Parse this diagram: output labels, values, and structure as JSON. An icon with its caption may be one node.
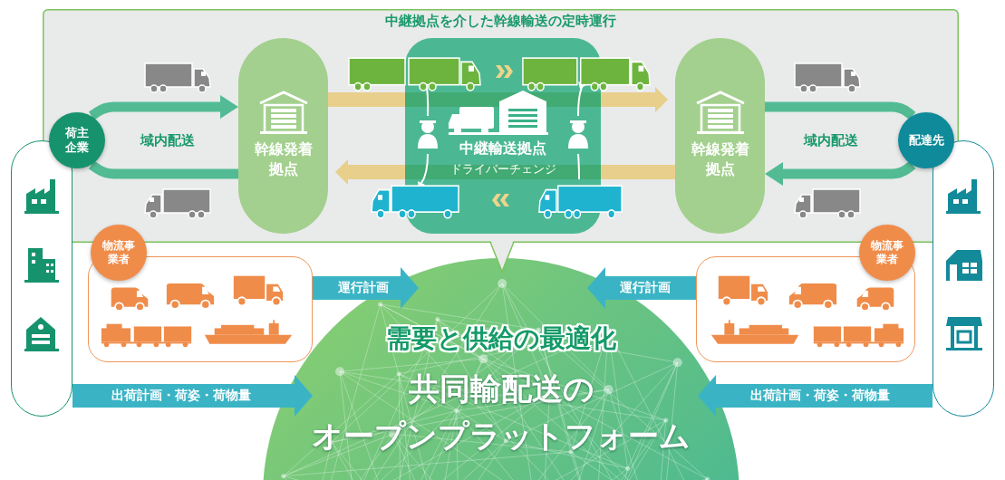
{
  "diagram": {
    "nodes": [
      {
        "text": [
          "中継拠点を介した幹線輸送の定時運行"
        ]
      },
      {
        "text": [
          "荷主企業"
        ],
        "in": 0
      },
      {
        "text": [
          "幹線発着拠点"
        ],
        "in": 0
      },
      {
        "text": [
          "中継輸送拠点",
          "ドライバーチェンジ"
        ],
        "in": 0
      },
      {
        "text": [
          "幹線発着拠点"
        ],
        "in": 0
      },
      {
        "text": [
          "配達先"
        ],
        "in": 0
      },
      {
        "text": [],
        "shape": "box"
      },
      {
        "text": [],
        "shape": "box"
      },
      {
        "text": [
          "物流事業者"
        ]
      },
      {
        "text": [
          "物流事業者"
        ]
      },
      {
        "text": [
          "需要と供給の最適化",
          "共同輸配送の",
          "オープンプラットフォーム"
        ]
      }
    ],
    "edges": [
      {
        "from": 1,
        "to": 2,
        "arrow": "to",
        "label": "域内配送"
      },
      {
        "from": 2,
        "to": 1,
        "arrow": "none"
      },
      {
        "from": 2,
        "to": 3,
        "arrow": "none",
        "color": "#e8cf8b"
      },
      {
        "from": 3,
        "to": 4,
        "arrow": "to",
        "color": "#e8cf8b"
      },
      {
        "from": 4,
        "to": 3,
        "arrow": "none",
        "color": "#e8cf8b"
      },
      {
        "from": 3,
        "to": 2,
        "arrow": "to",
        "color": "#e8cf8b"
      },
      {
        "from": 4,
        "to": 5,
        "arrow": "none"
      },
      {
        "from": 5,
        "to": 4,
        "arrow": "to",
        "label": "域内配送"
      },
      {
        "from": 8,
        "to": 10,
        "arrow": "to",
        "label": "運行計画",
        "color": "#3ab4c5"
      },
      {
        "from": 9,
        "to": 10,
        "arrow": "to",
        "label": "運行計画",
        "color": "#3ab4c5"
      },
      {
        "from": 6,
        "to": 10,
        "arrow": "to",
        "label": "出荷計画・荷姿・荷物量",
        "color": "#3ab4c5"
      },
      {
        "from": 7,
        "to": 10,
        "arrow": "to",
        "label": "出荷計画・荷姿・荷物量",
        "color": "#3ab4c5"
      }
    ]
  }
}
